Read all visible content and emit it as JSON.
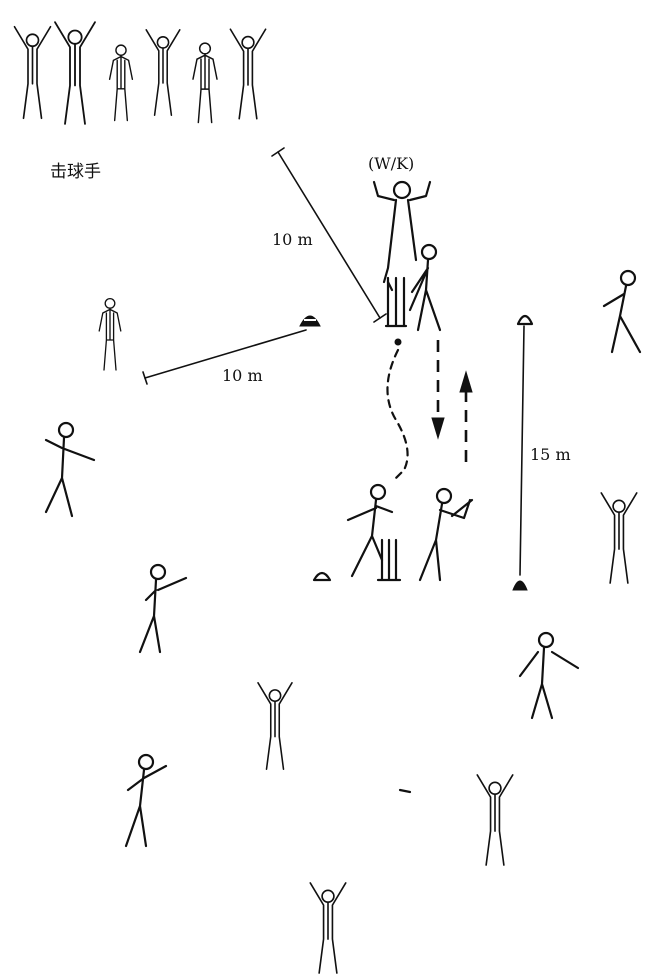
{
  "labels": {
    "batters": "击球手",
    "wicket_keeper": "(W/K)",
    "dist_top": "10 m",
    "dist_left": "10 m",
    "dist_right": "15 m"
  },
  "colors": {
    "ink": "#111111",
    "background": "#ffffff"
  },
  "icons": [
    "cone-icon",
    "stumps-icon",
    "stick-figure-icon",
    "ball-icon"
  ]
}
